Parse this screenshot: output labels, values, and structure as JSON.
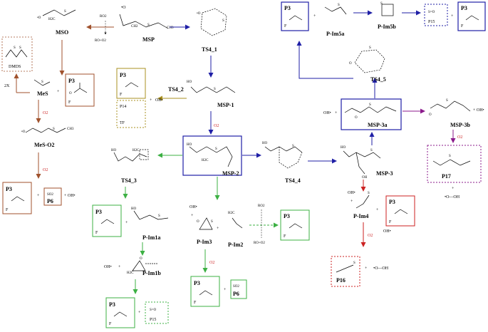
{
  "colors": {
    "blue": "#1f1fa6",
    "brown": "#a0522d",
    "gold": "#a89020",
    "green": "#3cb043",
    "red": "#cc2222",
    "purple": "#8b1a8b",
    "black": "#000000"
  },
  "species": {
    "msp": "MSP",
    "mso": "MSO",
    "dmds": "DMDS",
    "mes": "MeS",
    "mes_o2": "MeS-O2",
    "two_x": "2X",
    "ts4_1": "TS4_1",
    "ts4_2": "TS4_2",
    "ts4_3": "TS4_3",
    "ts4_4": "TS4_4",
    "ts4_5": "TS4_5",
    "msp_1": "MSP-1",
    "msp_2": "MSP-2",
    "msp_3": "MSP-3",
    "msp_3a": "MSP-3a",
    "msp_3b": "MSP-3b",
    "p3": "P3",
    "f": "F",
    "p14": "P14",
    "tf": "TF",
    "p6": "P6",
    "p15": "P15",
    "p16": "P16",
    "p17": "P17",
    "p_im1a": "P-Im1a",
    "p_im1b": "P-Im1b",
    "p_im2": "P-Im2",
    "p_im3": "P-Im3",
    "p_im4": "P-Im4",
    "p_im5a": "P-Im5a",
    "p_im5b": "P-Im5b"
  },
  "reagents": {
    "o2": "O2",
    "ro2": "RO2",
    "ro_o2": "RO+O2",
    "oh": "OH•",
    "oh_plus": "+ OH•",
    "ooh": "•O—OH",
    "so2": "SO2",
    "plus": "+",
    "s_dbl_o": "S=O",
    "s": "S",
    "o": "O",
    "h": "H",
    "h2c": "H2C",
    "ch2": "CH2",
    "ch3": "CH3",
    "ho": "HO",
    "oh_text": "OH",
    "o_rad": "•O"
  }
}
